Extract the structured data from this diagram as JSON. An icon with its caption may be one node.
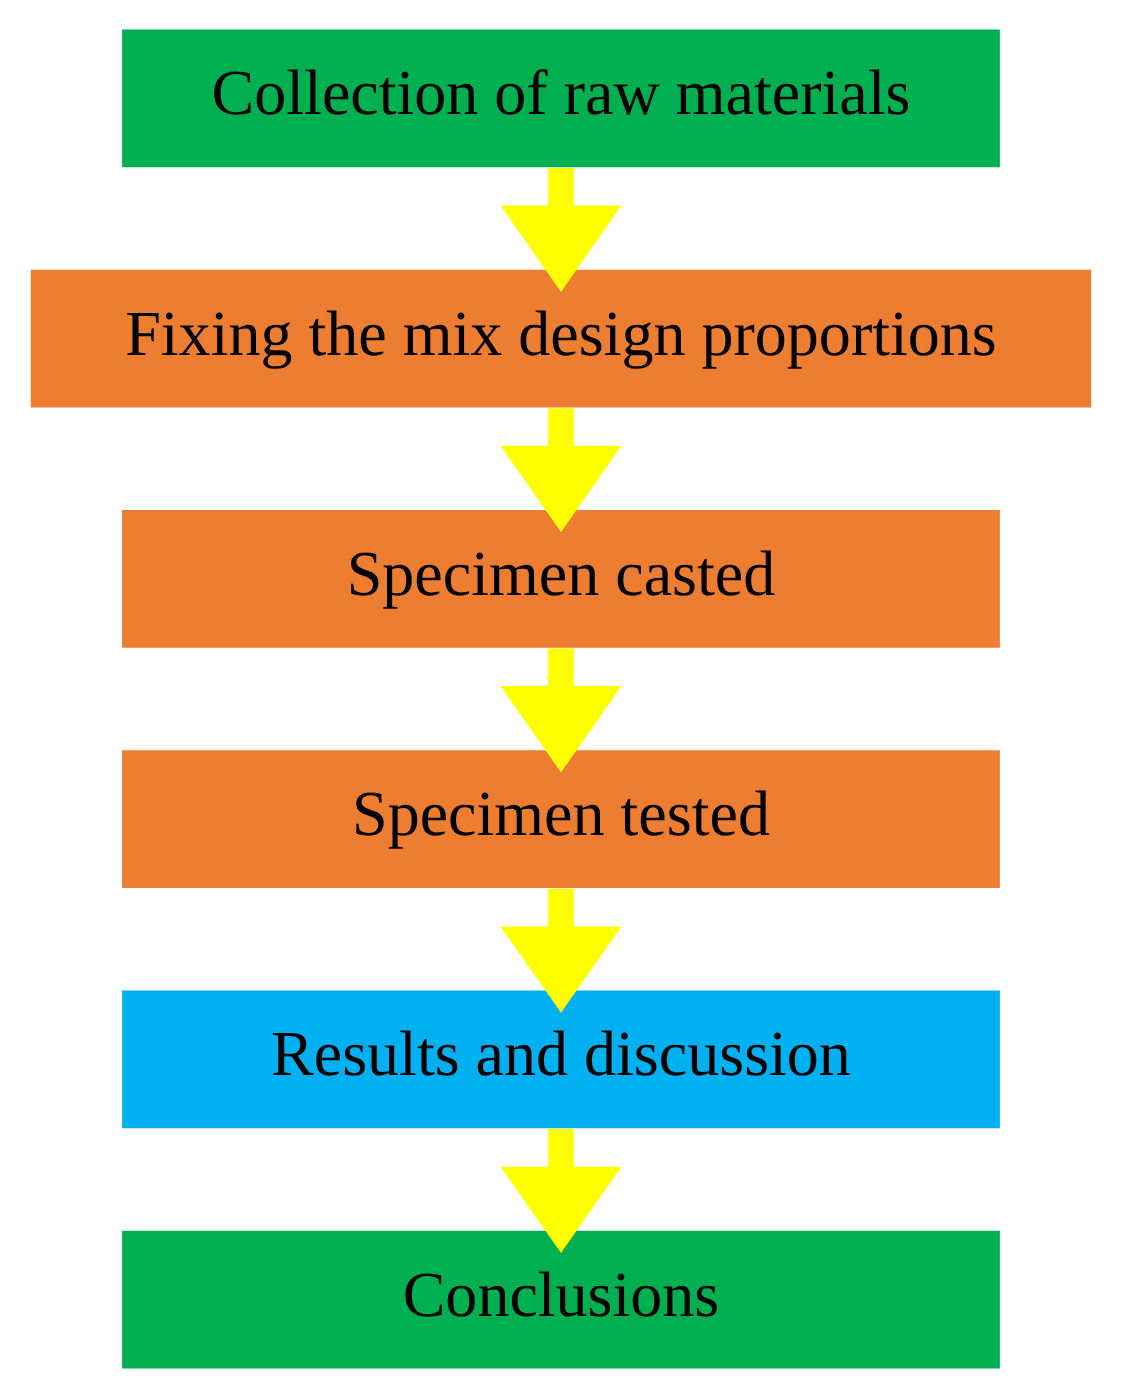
{
  "diagram": {
    "nodes": [
      {
        "text": [
          "Collection of raw materials"
        ]
      },
      {
        "text": [
          "Fixing the mix design proportions"
        ]
      },
      {
        "text": [
          "Specimen casted"
        ]
      },
      {
        "text": [
          "Specimen tested"
        ]
      },
      {
        "text": [
          "Results and discussion"
        ]
      },
      {
        "text": [
          "Conclusions"
        ]
      }
    ],
    "edges": [
      {
        "from": 0,
        "to": 1,
        "arrow": "to",
        "color": "#ffff00"
      },
      {
        "from": 1,
        "to": 2,
        "arrow": "to",
        "color": "#ffff00"
      },
      {
        "from": 2,
        "to": 3,
        "arrow": "to",
        "color": "#ffff00"
      },
      {
        "from": 3,
        "to": 4,
        "arrow": "to",
        "color": "#ffff00"
      },
      {
        "from": 4,
        "to": 5,
        "arrow": "to",
        "color": "#ffff00"
      }
    ]
  }
}
